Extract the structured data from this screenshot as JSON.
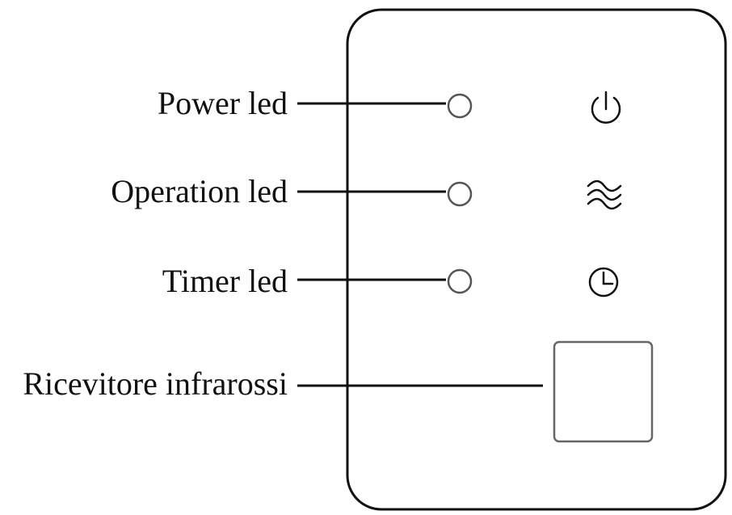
{
  "labels": {
    "power_led": "Power led",
    "operation_led": "Operation led",
    "timer_led": "Timer led",
    "ir_receiver": "Ricevitore infrarossi"
  },
  "icons": {
    "power": "power-icon",
    "operation": "wave-icon",
    "timer": "clock-icon"
  },
  "colors": {
    "stroke": "#111111",
    "led_stroke": "#555555",
    "receiver_stroke": "#666666",
    "text": "#111111"
  }
}
